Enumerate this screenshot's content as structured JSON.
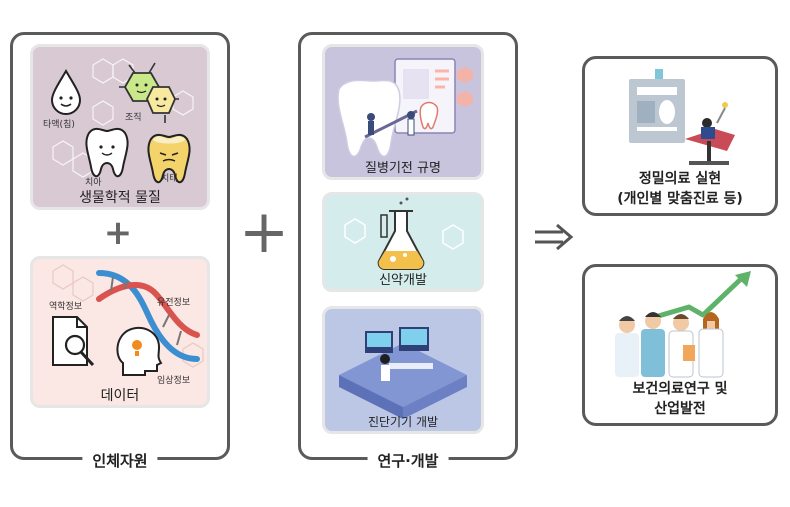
{
  "human_resources": {
    "frame_label": "인체자원",
    "biomaterial": {
      "label": "생물학적 물질",
      "items": {
        "saliva": "타액(침)",
        "tissue": "조직",
        "tooth": "치아",
        "tartar": "치태"
      }
    },
    "data": {
      "label": "데이터",
      "items": {
        "epidemiology": "역학정보",
        "genetic": "유전정보",
        "clinical": "임상정보"
      }
    }
  },
  "rnd": {
    "frame_label": "연구·개발",
    "cards": {
      "mechanism": "질병기전 규명",
      "drug": "신약개발",
      "diagnostic": "진단기기 개발"
    }
  },
  "results": {
    "precision": {
      "line1": "정밀의료 실현",
      "line2": "(개인별 맞춤진료 등)"
    },
    "industry": {
      "line1": "보건의료연구 및",
      "line2": "산업발전"
    }
  },
  "colors": {
    "frame": "#5a5a5a",
    "bio_card_bg": "#d8c9d3",
    "data_card_bg": "#fbe7e3",
    "mechanism_bg": "#c9c4dd",
    "drug_bg": "#d5ecec",
    "diagnostic_bg": "#bcc7e6"
  }
}
